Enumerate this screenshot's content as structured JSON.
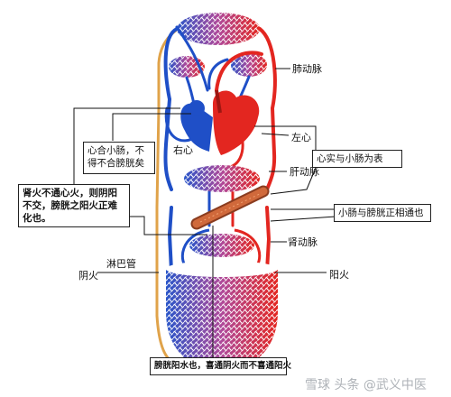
{
  "labels": {
    "pulmonary_vein": "肺动脉",
    "left_heart": "左心",
    "right_heart": "右心",
    "liver_artery": "肝动脉",
    "kidney_artery": "肾动脉",
    "lymph_duct": "淋巴管",
    "yin_fire": "阴火",
    "yang_fire": "阳火"
  },
  "boxes": {
    "heart_small_intestine": "心合小肠，不得不合膀胱矣",
    "heart_solid": "心实与小肠为表",
    "kidney_fire": "肾火不通心火，则阴阳不交，膀胱之阳火正难化也。",
    "small_intestine_bladder": "小肠与膀胱正相通也",
    "bladder_yang": "膀胱阳水也，喜通阴火而不喜通阳火"
  },
  "watermark": "雪球 头条 @武义中医",
  "colors": {
    "artery": "#e32620",
    "vein": "#1f4fc7",
    "lymph": "#e0a34a",
    "intestine": "#b8552e"
  }
}
